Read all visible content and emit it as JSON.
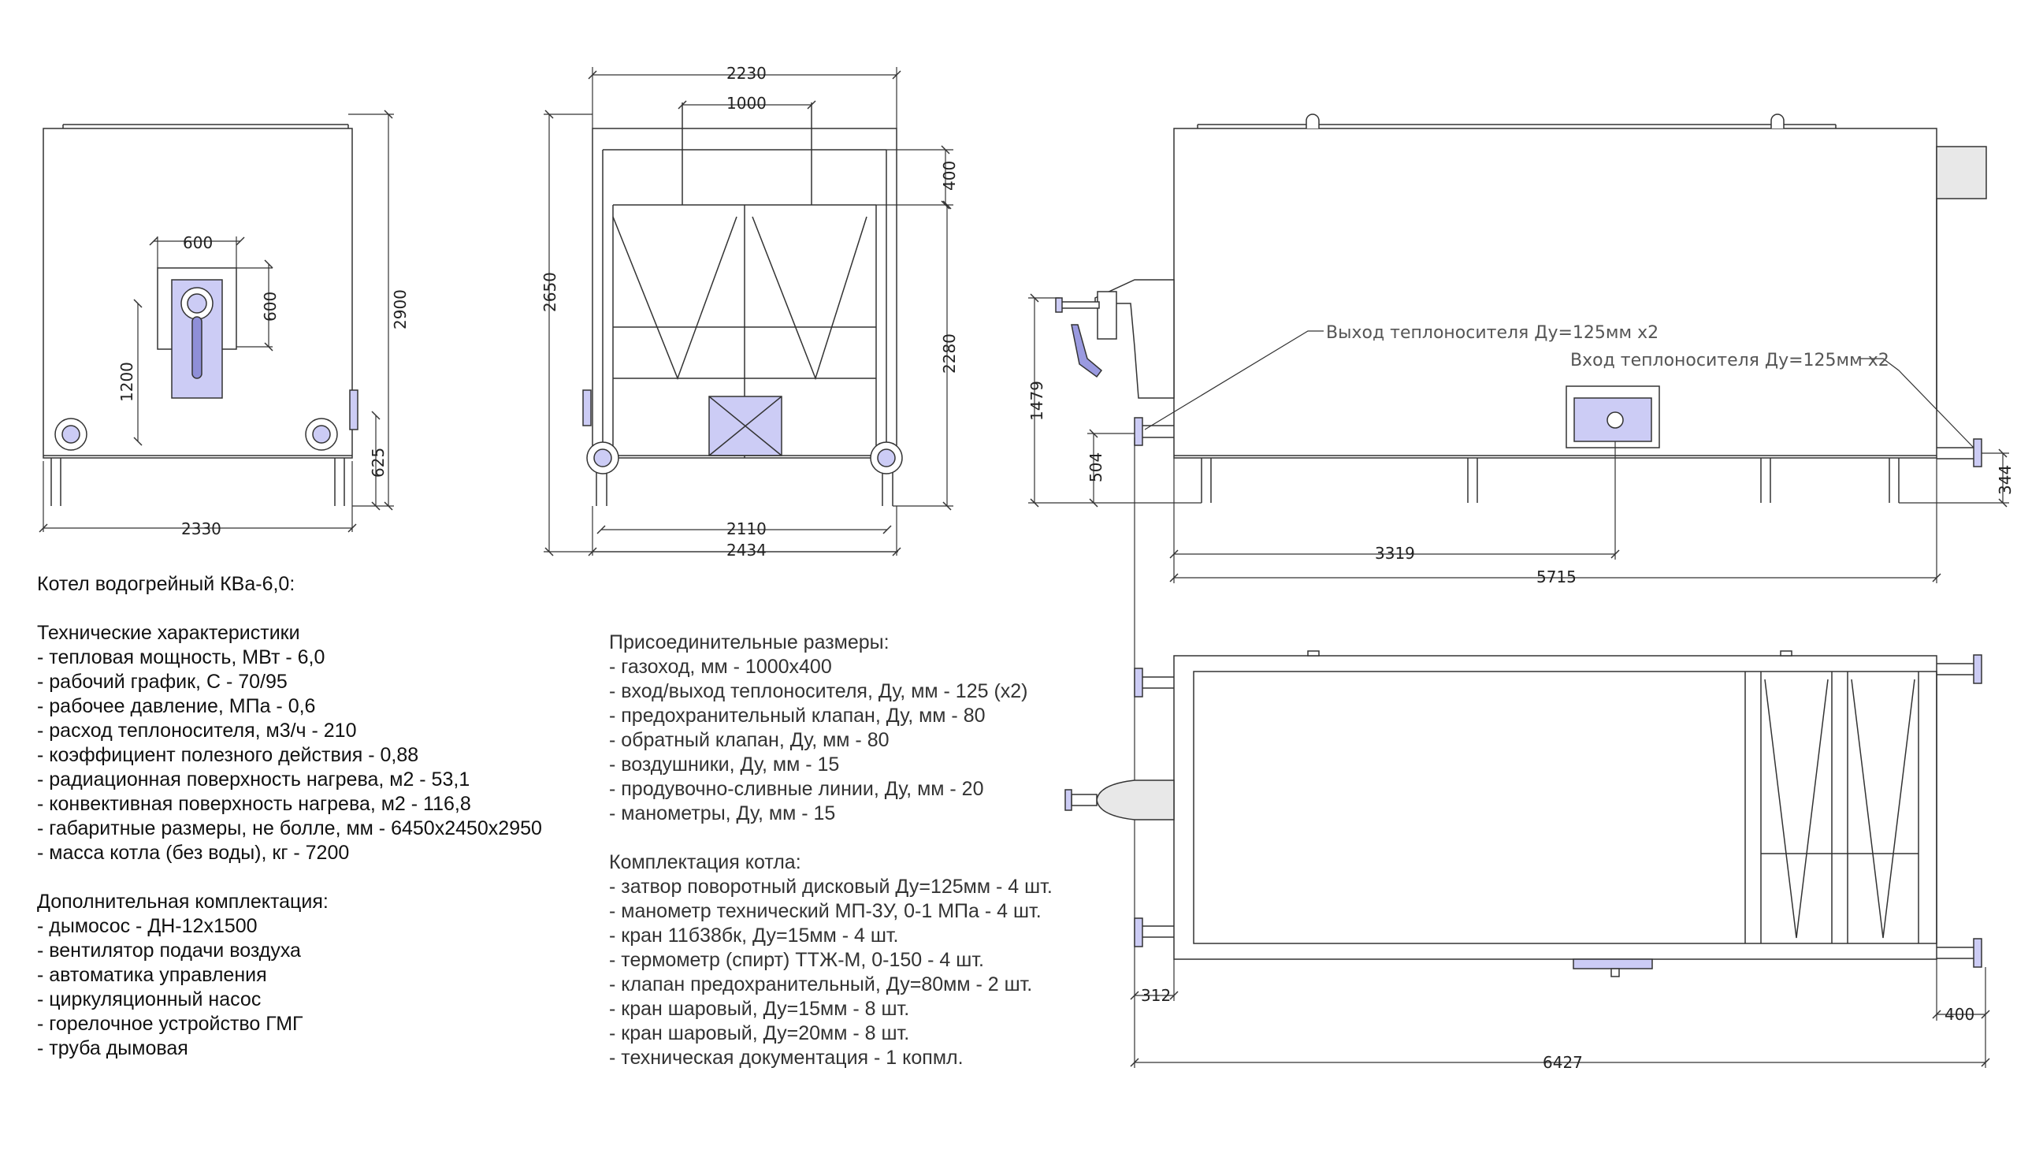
{
  "dimensions": {
    "front": {
      "width": "2330",
      "height": "2900",
      "flue": "600",
      "flue_h": "600",
      "flue_axis": "1200",
      "bottom": "625"
    },
    "side": {
      "width_top": "2230",
      "flue": "1000",
      "top": "400",
      "height": "2650",
      "axis": "2280",
      "legs": "2110",
      "overall": "2434"
    },
    "elevation": {
      "flue_axis": "1479",
      "outlet": "504",
      "inlet": "344",
      "inlet_pos": "3319",
      "body": "5715"
    },
    "plan": {
      "left": "312",
      "right": "400",
      "overall": "6427"
    }
  },
  "labels": {
    "outlet": "Выход теплоносителя Ду=125мм х2",
    "inlet": "Вход теплоносителя Ду=125мм х2"
  },
  "specs": {
    "title": "Котел водогрейный КВа-6,0:",
    "tech_header": "Технические характеристики",
    "tech": [
      "- тепловая мощность, МВт - 6,0",
      "- рабочий график, С - 70/95",
      "- рабочее давление, МПа - 0,6",
      "- расход теплоносителя, м3/ч - 210",
      "- коэффициент полезного действия - 0,88",
      "- радиационная поверхность нагрева, м2 - 53,1",
      "- конвективная поверхность нагрева, м2 - 116,8",
      "- габаритные размеры, не болле, мм - 6450х2450х2950",
      "- масса котла (без воды), кг - 7200"
    ],
    "extra_header": "Дополнительная комплектация:",
    "extra": [
      "- дымосос - ДН-12х1500",
      "- вентилятор подачи воздуха",
      "- автоматика управления",
      "- циркуляционный насос",
      "- горелочное устройство ГМГ",
      "- труба дымовая"
    ]
  },
  "connections": {
    "header": "Присоединительные размеры:",
    "items": [
      "- газоход, мм - 1000х400",
      "- вход/выход теплоносителя, Ду, мм - 125 (х2)",
      "- предохранительный клапан, Ду, мм - 80",
      "- обратный клапан, Ду, мм - 80",
      "- воздушники, Ду, мм - 15",
      "- продувочно-сливные линии, Ду, мм - 20",
      "- манометры, Ду, мм - 15"
    ],
    "kit_header": "Комплектация котла:",
    "kit": [
      "- затвор поворотный дисковый Ду=125мм - 4 шт.",
      "- манометр технический МП-3У, 0-1 МПа - 4 шт.",
      "- кран 11б38бк, Ду=15мм - 4 шт.",
      "- термометр (спирт) ТТЖ-М, 0-150 - 4 шт.",
      "- клапан предохранительный, Ду=80мм - 2 шт.",
      "- кран шаровый, Ду=15мм - 8 шт.",
      "- кран шаровый, Ду=20мм - 8 шт.",
      "- техническая документация - 1 копмл."
    ]
  },
  "colors": {
    "line": "#333333",
    "fill_flue": "#ccccf5",
    "fill_duct": "#e8e8e8"
  }
}
